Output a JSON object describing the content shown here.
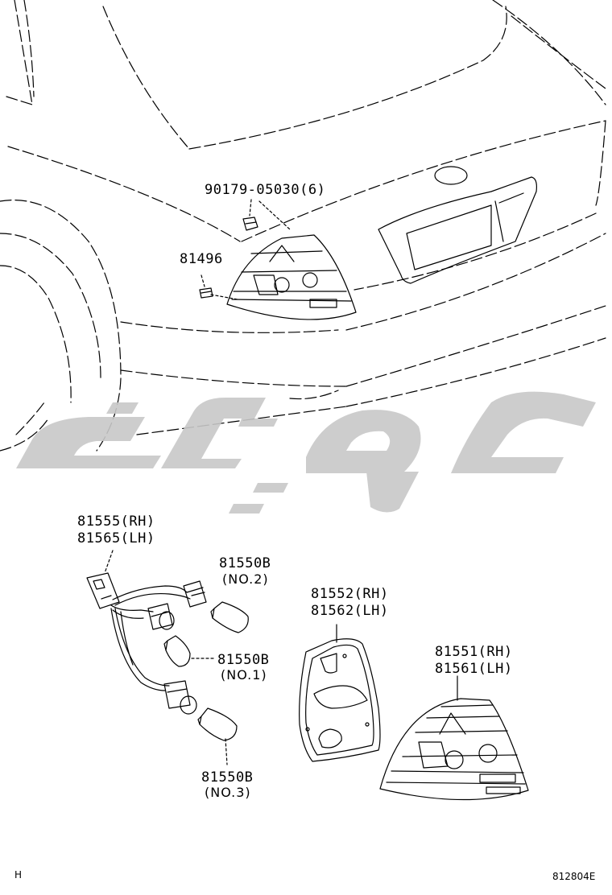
{
  "colors": {
    "line": "#000000",
    "watermark": "#c8c8c8"
  },
  "watermark": {
    "text": "تویوتا"
  },
  "callouts": {
    "screw": {
      "part": "90179-05030",
      "qty": "(6)"
    },
    "plug": {
      "part": "81496"
    },
    "socket_wire": {
      "rh": "81555(RH)",
      "lh": "81565(LH)"
    },
    "bulb_no2": {
      "part": "81550B",
      "note": "(NO.2)"
    },
    "bulb_no1": {
      "part": "81550B",
      "note": "(NO.1)"
    },
    "bulb_no3": {
      "part": "81550B",
      "note": "(NO.3)"
    },
    "gasket": {
      "rh": "81552(RH)",
      "lh": "81562(LH)"
    },
    "lamp_assy": {
      "rh": "81551(RH)",
      "lh": "81561(LH)"
    }
  },
  "footer": {
    "left_code": "H",
    "figure_id": "812804E"
  }
}
